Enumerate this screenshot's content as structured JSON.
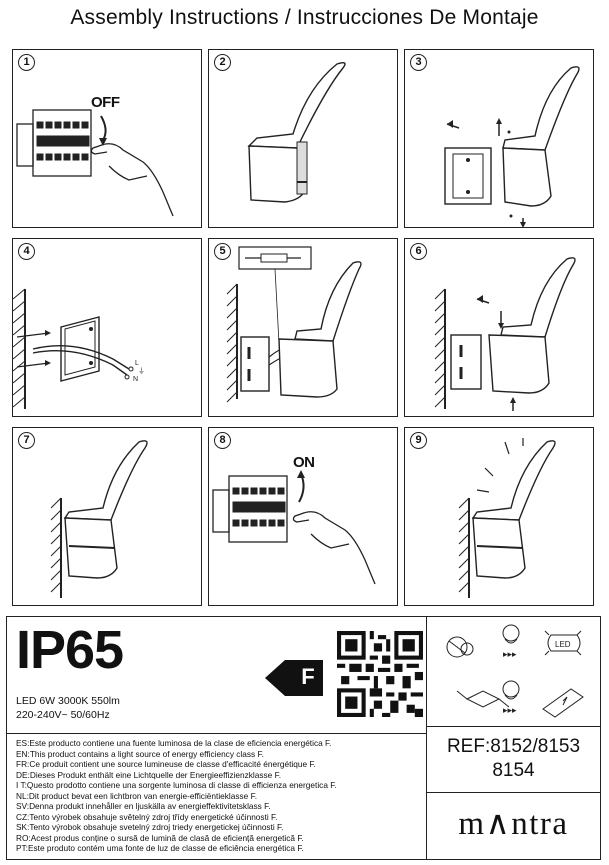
{
  "title": "Assembly Instructions / Instrucciones De Montaje",
  "steps": [
    {
      "num": "1",
      "label": "OFF"
    },
    {
      "num": "2"
    },
    {
      "num": "3"
    },
    {
      "num": "4"
    },
    {
      "num": "5"
    },
    {
      "num": "6"
    },
    {
      "num": "7"
    },
    {
      "num": "8",
      "label": "ON"
    },
    {
      "num": "9"
    }
  ],
  "wiring_labels": {
    "live": "L",
    "earth": "⏚",
    "neutral": "N"
  },
  "ip_rating": "IP65",
  "energy_class": "F",
  "specs": {
    "line1": "LED 6W 3000K 550lm",
    "line2": "220-240V~ 50/60Hz"
  },
  "energy_statements": [
    "ES:Este producto contiene una fuente luminosa de la clase de eficiencia energética F.",
    "EN:This product contains a light source of energy efficiency class F.",
    "FR:Ce produit contient une source lumineuse de classe d'efficacité énergétique F.",
    "DE:Dieses Produkt enthält eine Lichtquelle der Energieeffizienzklasse F.",
    "I T:Questo prodotto contiene una sorgente luminosa di classe di efficienza energetica F.",
    "NL:Dit product bevat een lichtbron van energie-efficiëntieklasse F.",
    "SV:Denna produkt innehåller en ljuskälla av energieffektivitetsklass F.",
    "CZ:Tento výrobek obsahuje světelný zdroj třídy energetické účinnosti F.",
    "SK:Tento výrobok obsahuje svetelný zdroj triedy energetickej účinnosti F.",
    "RO:Acest produs conține o sursă de lumină de clasă de eficiență energetică F.",
    "PT:Este produto contém uma fonte de luz de classe de eficiência energética F."
  ],
  "icons": {
    "led_label": "LED",
    "arrows": "▸▸▸"
  },
  "ref": {
    "line1": "REF:8152/8153",
    "line2": "8154"
  },
  "brand": "m∧ntra"
}
